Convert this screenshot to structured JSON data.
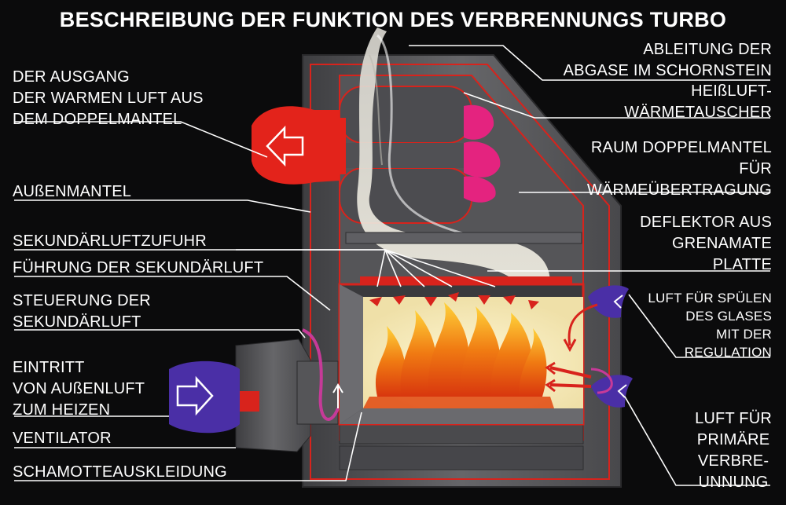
{
  "title": "BESCHREIBUNG DER FUNKTION DES VERBRENNUNGS TURBO",
  "left_labels": {
    "warm_air_outlet": [
      "DER AUSGANG",
      "DER WARMEN LUFT AUS",
      "DEM DOPPELMANTEL"
    ],
    "outer_shell": "AUßENMANTEL",
    "secondary_supply": "SEKUNDÄRLUFTZUFUHR",
    "secondary_guide": "FÜHRUNG DER SEKUNDÄRLUFT",
    "secondary_control": [
      "STEUERUNG DER",
      "SEKUNDÄRLUFT"
    ],
    "outside_air_inlet": [
      "EINTRITT",
      "VON AUßENLUFT",
      "ZUM HEIZEN"
    ],
    "fan": "VENTILATOR",
    "fireclay_lining": "SCHAMOTTEAUSKLEIDUNG"
  },
  "right_labels": {
    "flue_gas": [
      "ABLEITUNG DER",
      "ABGASE IM SCHORNSTEIN"
    ],
    "heat_exchanger": [
      "HEIßLUFT-",
      "WÄRMETAUSCHER"
    ],
    "double_jacket": [
      "RAUM DOPPELMANTEL",
      "FÜR",
      "WÄRMEÜBERTRAGUNG"
    ],
    "deflector": [
      "DEFLEKTOR AUS",
      "GRENAMATE",
      "PLATTE"
    ],
    "glass_air": [
      "LUFT FÜR SPÜLEN",
      "DES GLASES",
      "MIT DER",
      "REGULATION"
    ],
    "primary_air": [
      "LUFT FÜR",
      "PRIMÄRE",
      "VERBRE-",
      "UNNUNG"
    ]
  },
  "colors": {
    "background": "#0b0b0c",
    "body_metal": "#5b5b5e",
    "hot_outline": "#d8231c",
    "warm_air_red": "#e3231b",
    "cold_air_blue": "#4a2fa6",
    "heat_pink": "#e4237f",
    "firebox_light": "#f7edc4",
    "leader_lines": "#ffffff"
  }
}
